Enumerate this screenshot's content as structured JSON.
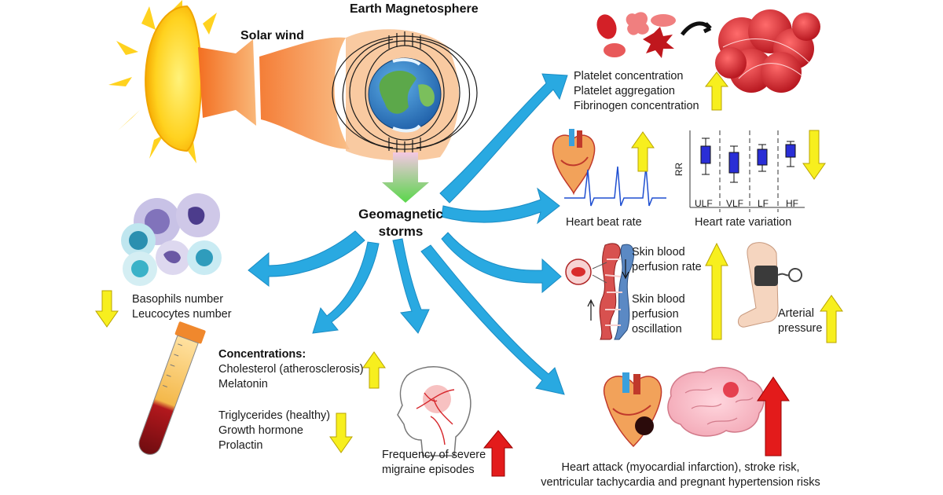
{
  "labels": {
    "solar_wind": "Solar wind",
    "magnetosphere": "Earth Magnetosphere",
    "storms_line1": "Geomagnetic",
    "storms_line2": "storms",
    "platelet": [
      "Platelet concentration",
      "Platelet aggregation",
      "Fibrinogen concentration"
    ],
    "heart_beat_rate": "Heart beat rate",
    "heart_rate_variation": "Heart rate variation",
    "hrv_axis": "RR",
    "hrv_bands": [
      "ULF",
      "VLF",
      "LF",
      "HF"
    ],
    "skin_rate": [
      "Skin blood",
      "perfusion rate"
    ],
    "skin_osc": [
      "Skin  blood",
      "perfusion",
      "oscillation"
    ],
    "arterial": [
      "Arterial",
      "pressure"
    ],
    "basophils": [
      "Basophils number",
      "Leucocytes number"
    ],
    "conc_title": "Concentrations:",
    "conc_up": [
      "Cholesterol (atherosclerosis)",
      "Melatonin"
    ],
    "conc_down": [
      "Triglycerides (healthy)",
      "Growth hormone",
      "Prolactin"
    ],
    "migraine": [
      "Frequency of severe",
      "migraine episodes"
    ],
    "heart_attack": [
      "Heart attack (myocardial infarction), stroke risk,",
      "ventricular tachycardia and pregnant hypertension risks"
    ]
  },
  "colors": {
    "flow_arrow": "#29a9e1",
    "increase_arrow": "#f7ef1e",
    "severe_increase_arrow": "#e31b1b",
    "sun": "#ffd21f",
    "solar_wind": "#f28c28",
    "transition_arrow": "#7ddc5f"
  },
  "indicators": {
    "platelet": "up",
    "heart_beat_rate": "up",
    "heart_rate_variation": "down",
    "skin_perfusion": "up",
    "arterial_pressure": "up",
    "basophils_leucocytes": "down",
    "concentrations_up": "up",
    "concentrations_down": "down",
    "migraine": "up-red",
    "heart_attack": "up-red"
  }
}
